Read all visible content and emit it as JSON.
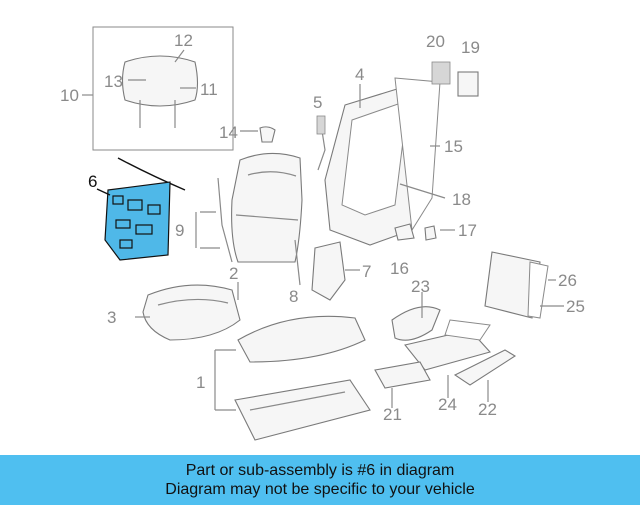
{
  "diagram": {
    "callouts": [
      {
        "id": "c1",
        "text": "1"
      },
      {
        "id": "c2",
        "text": "2"
      },
      {
        "id": "c3",
        "text": "3"
      },
      {
        "id": "c4",
        "text": "4"
      },
      {
        "id": "c5",
        "text": "5"
      },
      {
        "id": "c6",
        "text": "6"
      },
      {
        "id": "c7",
        "text": "7"
      },
      {
        "id": "c8",
        "text": "8"
      },
      {
        "id": "c9",
        "text": "9"
      },
      {
        "id": "c10",
        "text": "10"
      },
      {
        "id": "c11",
        "text": "11"
      },
      {
        "id": "c12",
        "text": "12"
      },
      {
        "id": "c13",
        "text": "13"
      },
      {
        "id": "c14",
        "text": "14"
      },
      {
        "id": "c15",
        "text": "15"
      },
      {
        "id": "c16",
        "text": "16"
      },
      {
        "id": "c17",
        "text": "17"
      },
      {
        "id": "c18",
        "text": "18"
      },
      {
        "id": "c19",
        "text": "19"
      },
      {
        "id": "c20",
        "text": "20"
      },
      {
        "id": "c21",
        "text": "21"
      },
      {
        "id": "c22",
        "text": "22"
      },
      {
        "id": "c23",
        "text": "23"
      },
      {
        "id": "c24",
        "text": "24"
      },
      {
        "id": "c25",
        "text": "25"
      },
      {
        "id": "c26",
        "text": "26"
      }
    ],
    "highlighted_part": "6",
    "colors": {
      "highlight": "#4fb8e8",
      "banner": "#4fbff0",
      "line": "#8a8a8a"
    }
  },
  "banner": {
    "line1": "Part or sub-assembly is #6 in diagram",
    "line2": "Diagram may not be specific to your vehicle"
  }
}
